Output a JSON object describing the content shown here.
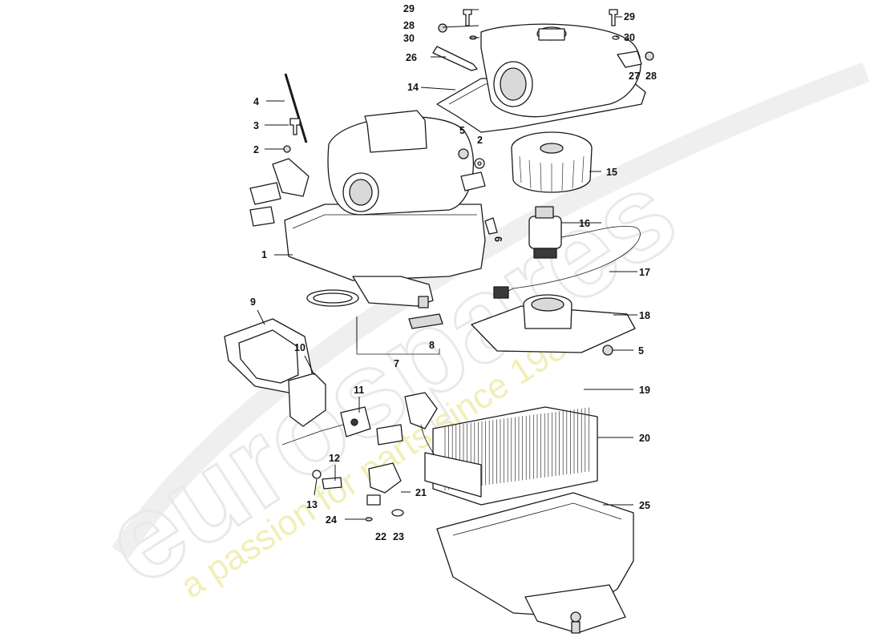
{
  "watermark": {
    "brand": "eurospares",
    "tagline": "a passion for parts since 1985",
    "brand_color": "#e9e9e9",
    "tagline_color": "#f1efb8"
  },
  "callouts": [
    {
      "id": "p29a",
      "label": "29"
    },
    {
      "id": "p28a",
      "label": "28"
    },
    {
      "id": "p30a",
      "label": "30"
    },
    {
      "id": "p26",
      "label": "26"
    },
    {
      "id": "p14",
      "label": "14"
    },
    {
      "id": "p29b",
      "label": "29"
    },
    {
      "id": "p30b",
      "label": "30"
    },
    {
      "id": "p27",
      "label": "27"
    },
    {
      "id": "p28b",
      "label": "28"
    },
    {
      "id": "p4",
      "label": "4"
    },
    {
      "id": "p3",
      "label": "3"
    },
    {
      "id": "p2a",
      "label": "2"
    },
    {
      "id": "p5a",
      "label": "5"
    },
    {
      "id": "p2b",
      "label": "2"
    },
    {
      "id": "p15",
      "label": "15"
    },
    {
      "id": "p16",
      "label": "16"
    },
    {
      "id": "p6",
      "label": "6"
    },
    {
      "id": "p1",
      "label": "1"
    },
    {
      "id": "p17",
      "label": "17"
    },
    {
      "id": "p9",
      "label": "9"
    },
    {
      "id": "p18",
      "label": "18"
    },
    {
      "id": "p5b",
      "label": "5"
    },
    {
      "id": "p8",
      "label": "8"
    },
    {
      "id": "p7",
      "label": "7"
    },
    {
      "id": "p10",
      "label": "10"
    },
    {
      "id": "p19",
      "label": "19"
    },
    {
      "id": "p11",
      "label": "11"
    },
    {
      "id": "p20",
      "label": "20"
    },
    {
      "id": "p12",
      "label": "12"
    },
    {
      "id": "p13",
      "label": "13"
    },
    {
      "id": "p21",
      "label": "21"
    },
    {
      "id": "p25",
      "label": "25"
    },
    {
      "id": "p24",
      "label": "24"
    },
    {
      "id": "p22",
      "label": "22"
    },
    {
      "id": "p23",
      "label": "23"
    }
  ]
}
